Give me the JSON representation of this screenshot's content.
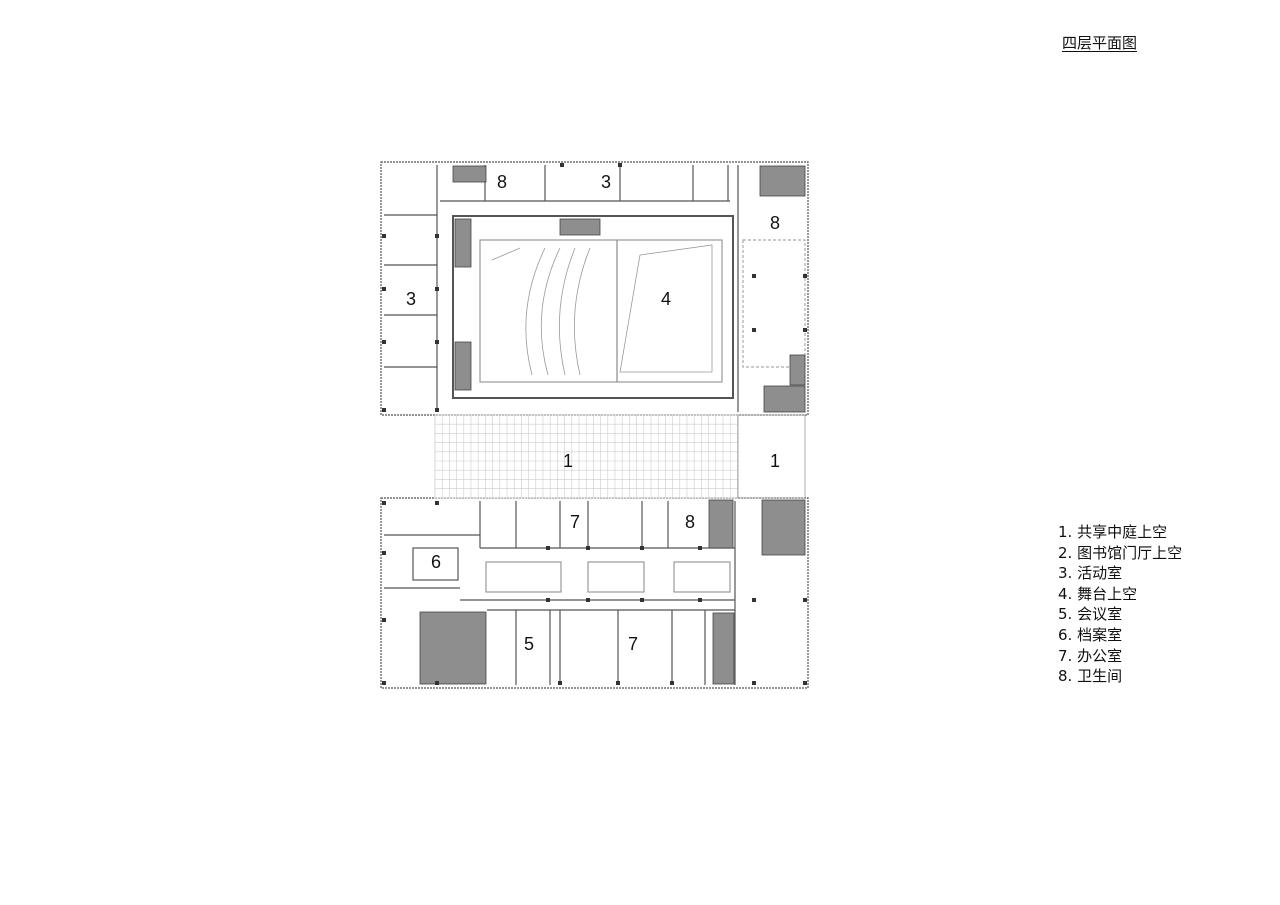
{
  "title": "四层平面图",
  "legend": [
    "1. 共享中庭上空",
    "2. 图书馆门厅上空",
    "3. 活动室",
    "4. 舞台上空",
    "5. 会议室",
    "6. 档案室",
    "7. 办公室",
    "8. 卫生间"
  ],
  "room_labels": {
    "toilet_top": "8",
    "activity_top": "3",
    "toilet_right": "8",
    "activity_left": "3",
    "stage": "4",
    "atrium_main": "1",
    "atrium_right": "1",
    "archive": "6",
    "office_top": "7",
    "toilet_bottom": "8",
    "meeting": "5",
    "office_bottom": "7"
  },
  "colors": {
    "core": "#8e8e8e",
    "wall": "#555555",
    "grid": "#c8c8c8"
  }
}
